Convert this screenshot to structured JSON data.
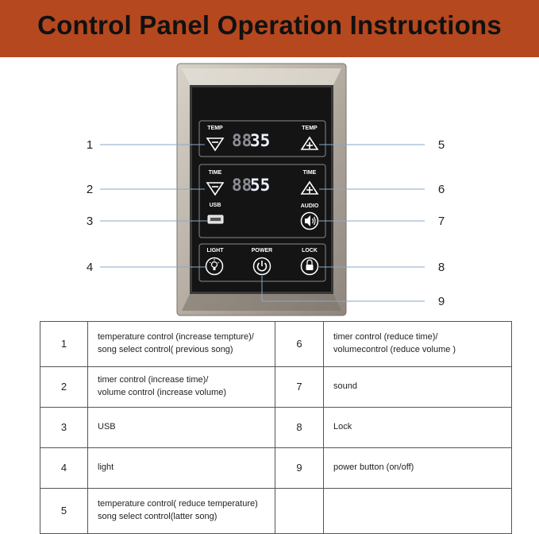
{
  "header": {
    "title": "Control Panel Operation Instructions"
  },
  "panel": {
    "temp_display": "35",
    "time_display": "55",
    "labels": {
      "temp_left": "TEMP",
      "temp_right": "TEMP",
      "time_left": "TIME",
      "time_right": "TIME",
      "usb": "USB",
      "audio": "AUDIO",
      "light": "LIGHT",
      "power": "POWER",
      "lock": "LOCK"
    },
    "callouts": [
      "1",
      "2",
      "3",
      "4",
      "5",
      "6",
      "7",
      "8",
      "9"
    ]
  },
  "table": {
    "rows": [
      {
        "left_num": "1",
        "left_desc": [
          "temperature control (increase tempture)/",
          "song select control( previous song)"
        ],
        "right_num": "6",
        "right_desc": [
          "timer control (reduce time)/",
          "volumecontrol (reduce volume )"
        ]
      },
      {
        "left_num": "2",
        "left_desc": [
          "timer control (increase time)/",
          "volume control (increase volume)"
        ],
        "right_num": "7",
        "right_desc": [
          "sound"
        ]
      },
      {
        "left_num": "3",
        "left_desc": [
          "USB"
        ],
        "right_num": "8",
        "right_desc": [
          "Lock"
        ]
      },
      {
        "left_num": "4",
        "left_desc": [
          "light"
        ],
        "right_num": "9",
        "right_desc": [
          "power button (on/off)"
        ]
      },
      {
        "left_num": "5",
        "left_desc": [
          "temperature control( reduce temperature)",
          "song select control(latter song)"
        ],
        "right_num": "",
        "right_desc": []
      }
    ]
  }
}
